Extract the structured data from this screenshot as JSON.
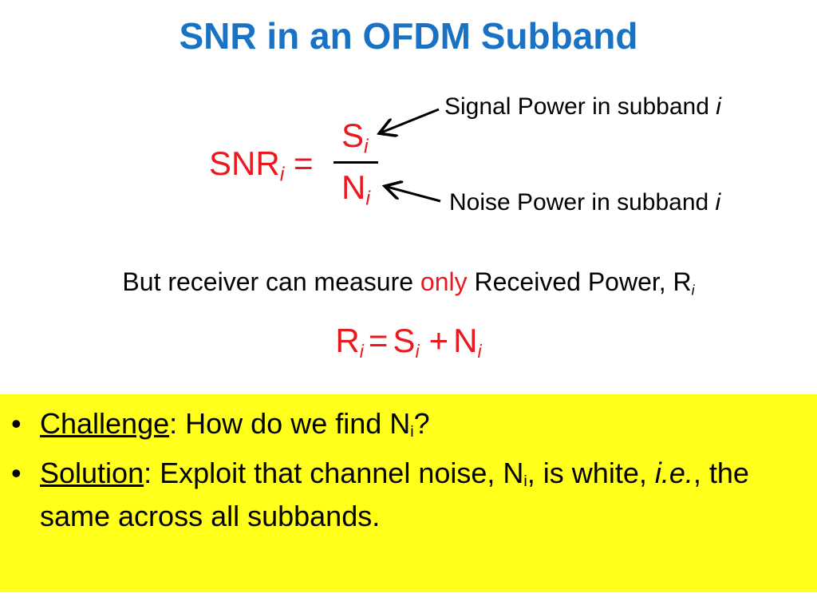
{
  "title": "SNR in an OFDM Subband",
  "formula": {
    "lhs_base": "SNR",
    "lhs_sub": "i",
    "equals": "=",
    "numerator_base": "S",
    "numerator_sub": "i",
    "denominator_base": "N",
    "denominator_sub": "i"
  },
  "annotations": {
    "signal_text": "Signal Power in subband ",
    "signal_var": "i",
    "noise_text": "Noise Power in subband ",
    "noise_var": "i"
  },
  "measure": {
    "before": "But receiver can measure ",
    "highlight": "only",
    "after": " Received Power, R",
    "sub": "i"
  },
  "equation": {
    "r": "R",
    "r_sub": "i",
    "eq": "=",
    "s": "S",
    "s_sub": "i",
    "plus": "+",
    "n": "N",
    "n_sub": "i"
  },
  "bullets": {
    "marker": "•",
    "challenge": {
      "label": "Challenge",
      "text": ": How do we find N",
      "sub": "i",
      "end": "?"
    },
    "solution": {
      "label": "Solution",
      "text1": ": Exploit that channel noise, N",
      "sub": "i",
      "text2": ", is white, ",
      "ie": "i.e.",
      "text3": ", the same across all subbands."
    }
  },
  "colors": {
    "title": "#1a72c4",
    "formula": "#e8191f",
    "highlight_box": "#ffff1a"
  }
}
